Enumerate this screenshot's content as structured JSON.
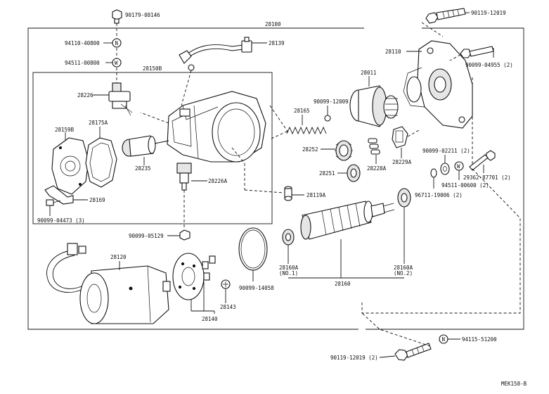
{
  "diagram_id": "MEK158-B",
  "labels": {
    "p90179_08146": "90179-08146",
    "p90119_12019_top": "90119-12019",
    "p28100": "28100",
    "p94110_40800": "94110-40800",
    "p94511_00800": "94511-00800",
    "p28139": "28139",
    "p28110": "28110",
    "p90099_04955": "90099-04955 (2)",
    "p28150B": "28150B",
    "p28226": "28226",
    "p28011": "28011",
    "p90099_12009": "90099-12009",
    "p28165": "28165",
    "p28175A": "28175A",
    "p28159B": "28159B",
    "p28252": "28252",
    "p28228A": "28228A",
    "p28229A": "28229A",
    "p90099_02211": "90099-02211 (2)",
    "p28235": "28235",
    "p28226A": "28226A",
    "p28251": "28251",
    "p29362_87701": "29362-87701 (2)",
    "p94511_00600": "94511-00600 (2)",
    "p96711_19006": "96711-19006 (2)",
    "p28119A": "28119A",
    "p28169": "28169",
    "p90099_04473": "90099-04473 (3)",
    "p90099_05129": "90099-05129",
    "p28120": "28120",
    "p28160A_1": "28160A",
    "p28160A_1_no": "(NO.1)",
    "p28160A_2": "28160A",
    "p28160A_2_no": "(NO.2)",
    "p90099_14058": "90099-14058",
    "p28160": "28160",
    "p28143": "28143",
    "p28140": "28140",
    "p90119_12019_bot": "90119-12019 (2)",
    "p94115_51200": "94115-51200"
  },
  "markers": {
    "n": "N",
    "w": "W"
  }
}
